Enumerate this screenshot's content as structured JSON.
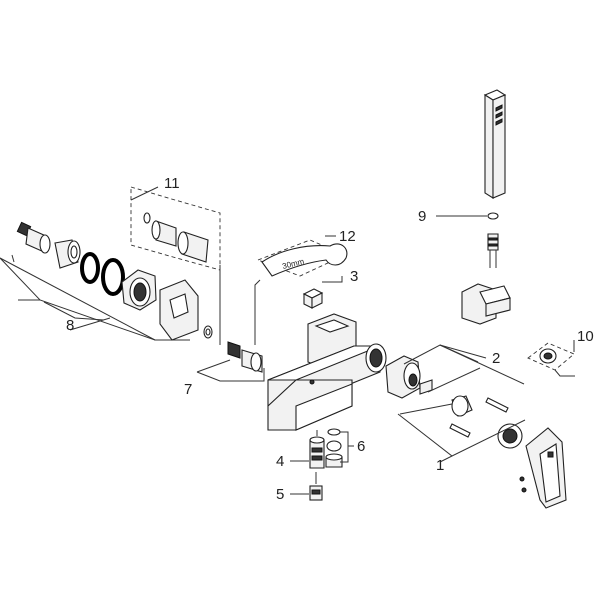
{
  "diagram": {
    "callouts": [
      {
        "id": "c1",
        "text": "1"
      },
      {
        "id": "c2",
        "text": "2"
      },
      {
        "id": "c3",
        "text": "3"
      },
      {
        "id": "c4",
        "text": "4"
      },
      {
        "id": "c5",
        "text": "5"
      },
      {
        "id": "c6",
        "text": "6"
      },
      {
        "id": "c7",
        "text": "7"
      },
      {
        "id": "c8",
        "text": "8"
      },
      {
        "id": "c9",
        "text": "9"
      },
      {
        "id": "c10",
        "text": "10"
      },
      {
        "id": "c11",
        "text": "11"
      },
      {
        "id": "c12",
        "text": "12"
      }
    ],
    "wrench_label": "30mm"
  }
}
